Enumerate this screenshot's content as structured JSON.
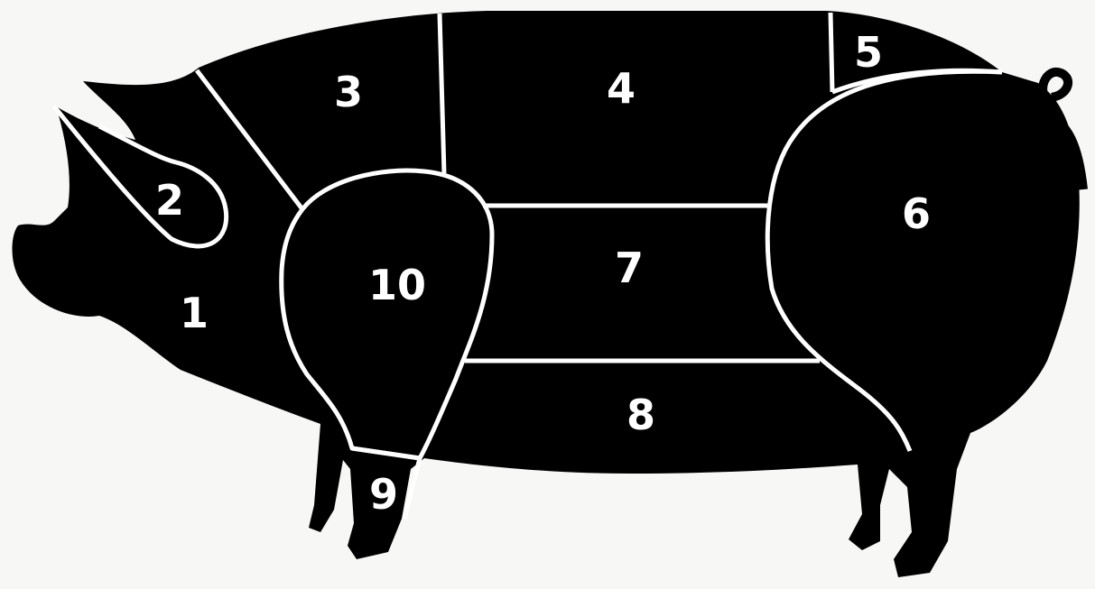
{
  "colors": {
    "body": "#000000",
    "lines": "#ffffff",
    "background": "#f7f7f5",
    "label": "#ffffff"
  },
  "regions": [
    {
      "id": "r1",
      "label": "1"
    },
    {
      "id": "r2",
      "label": "2"
    },
    {
      "id": "r3",
      "label": "3"
    },
    {
      "id": "r4",
      "label": "4"
    },
    {
      "id": "r5",
      "label": "5"
    },
    {
      "id": "r6",
      "label": "6"
    },
    {
      "id": "r7",
      "label": "7"
    },
    {
      "id": "r8",
      "label": "8"
    },
    {
      "id": "r9",
      "label": "9"
    },
    {
      "id": "r10",
      "label": "10"
    }
  ]
}
